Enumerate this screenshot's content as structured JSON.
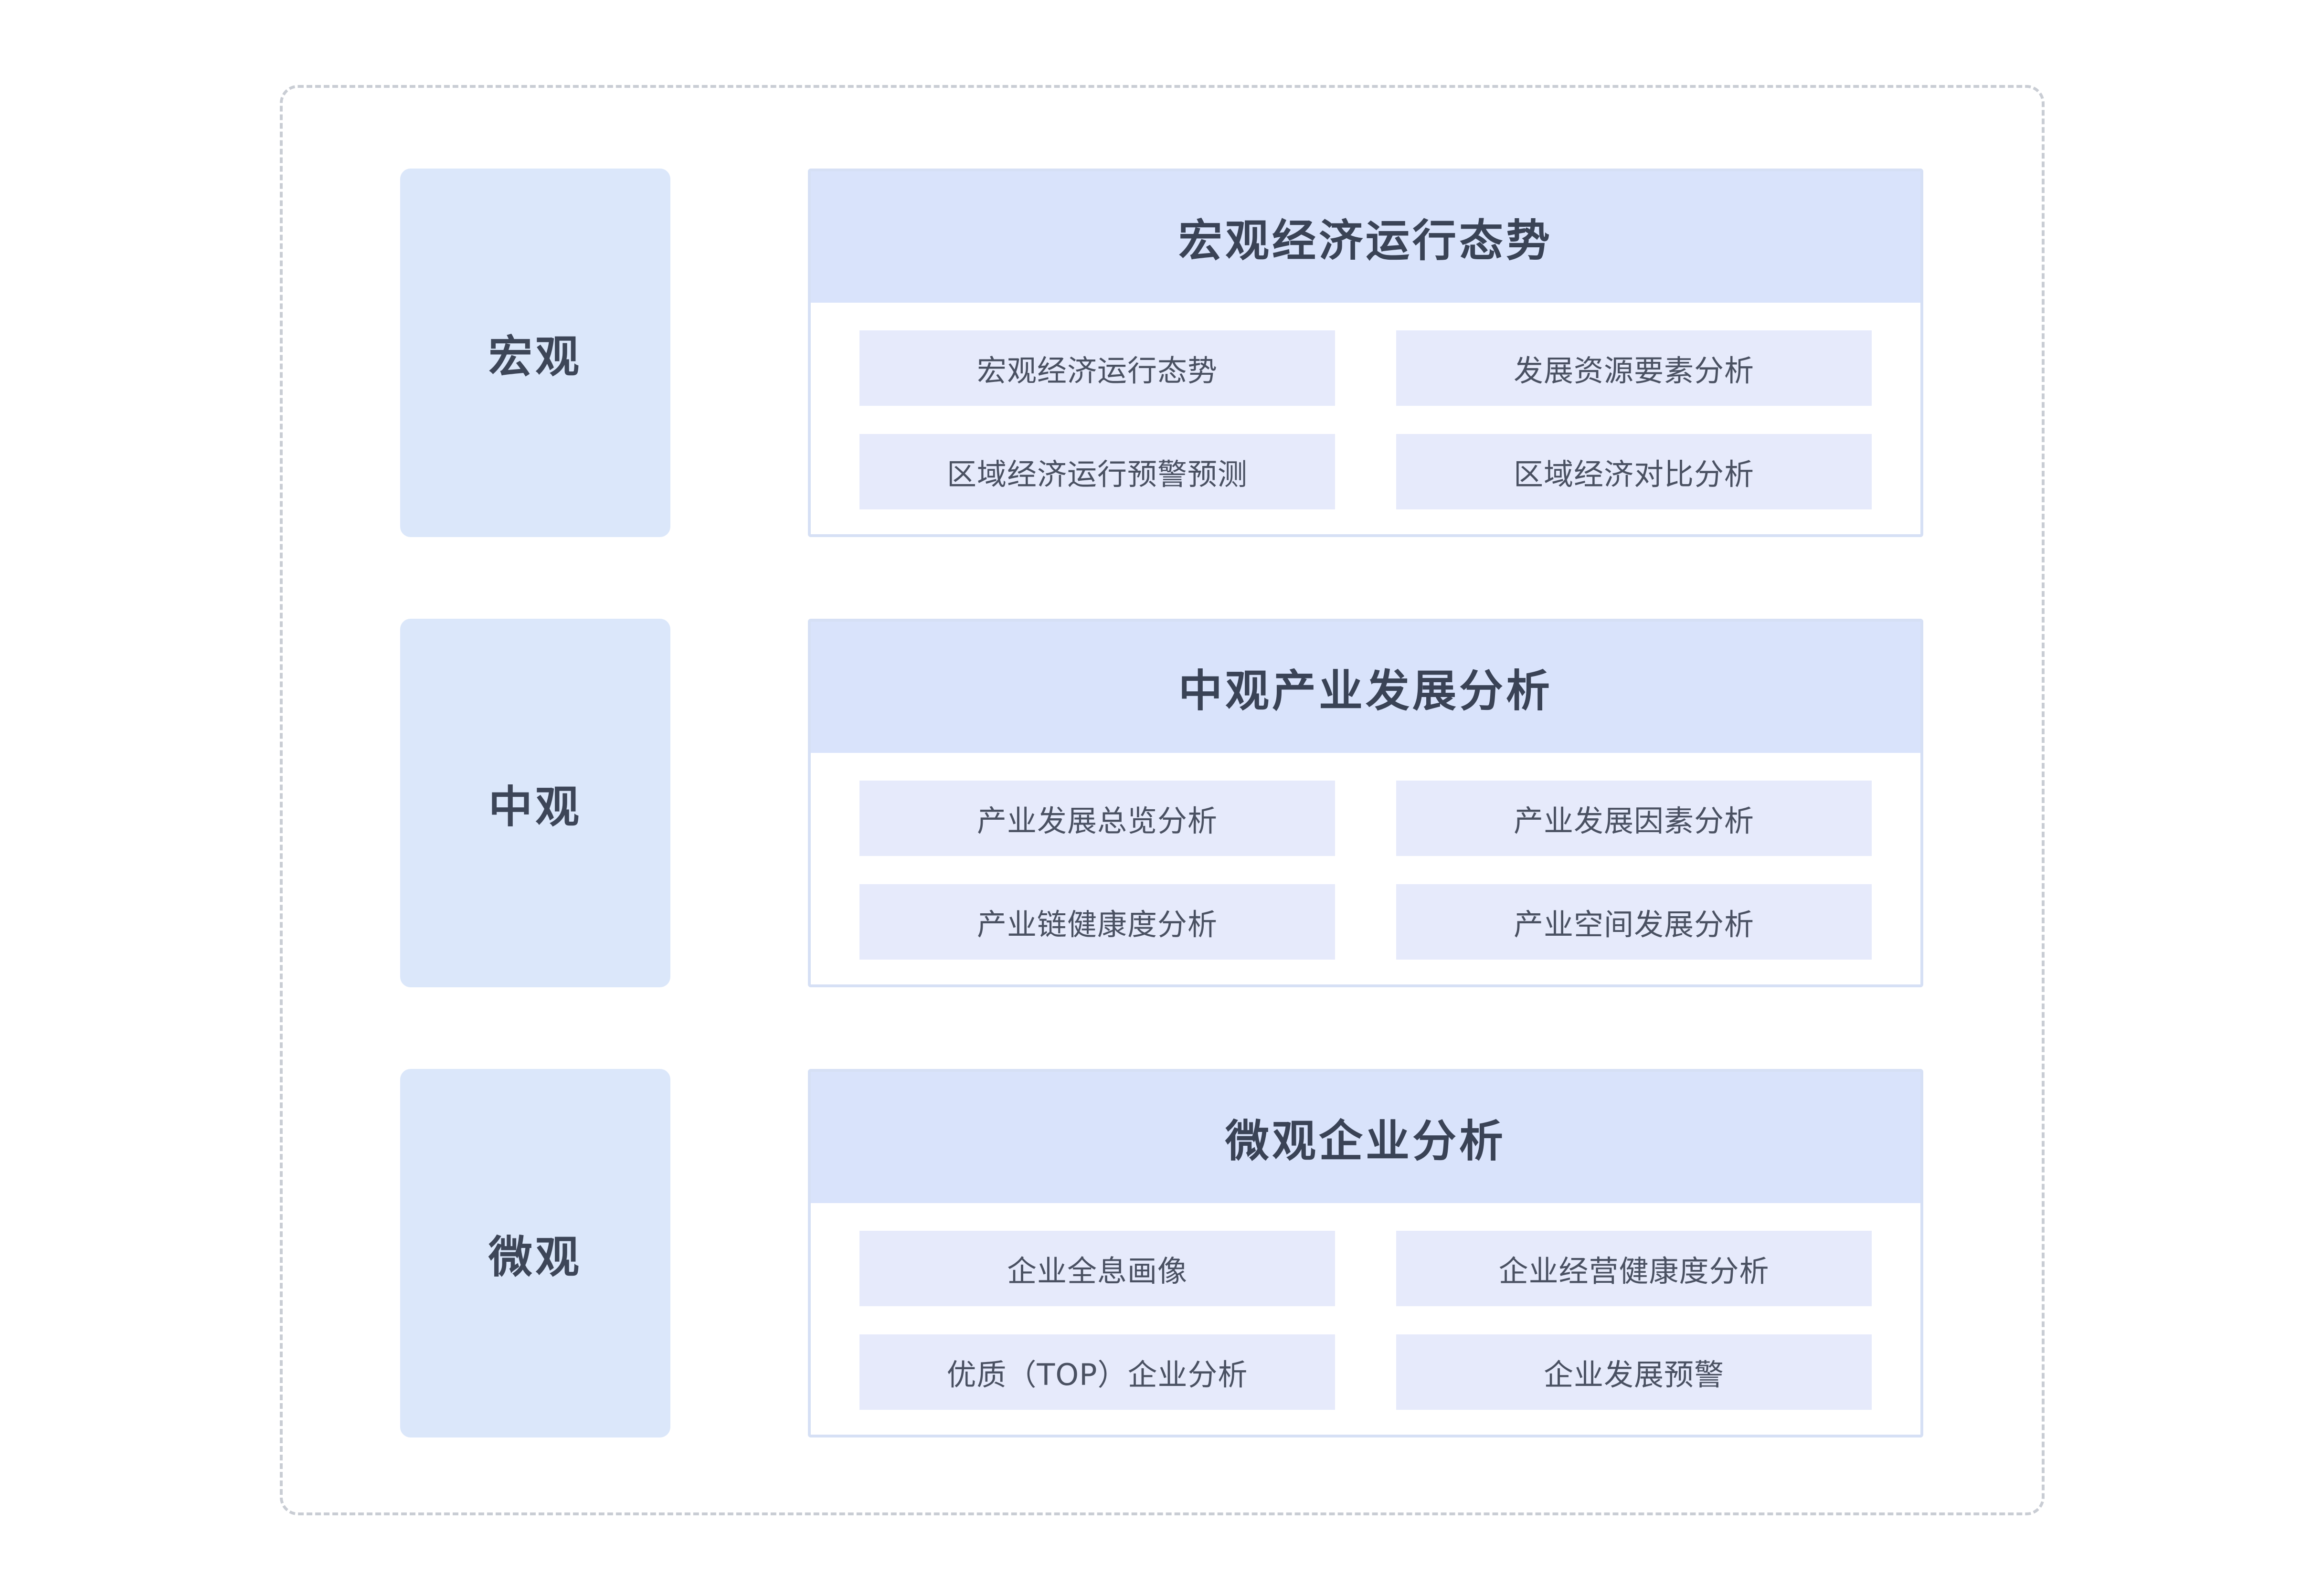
{
  "levels": [
    {
      "label": "宏观",
      "title": "宏观经济运行态势",
      "items": [
        "宏观经济运行态势",
        "发展资源要素分析",
        "区域经济运行预警预测",
        "区域经济对比分析"
      ]
    },
    {
      "label": "中观",
      "title": "中观产业发展分析",
      "items": [
        "产业发展总览分析",
        "产业发展因素分析",
        "产业链健康度分析",
        "产业空间发展分析"
      ]
    },
    {
      "label": "微观",
      "title": "微观企业分析",
      "items": [
        "企业全息画像",
        "企业经营健康度分析",
        "优质（TOP）企业分析",
        "企业发展预警"
      ]
    }
  ],
  "colors": {
    "level_bg": "#dbe7fa",
    "header_bg": "#d9e3fb",
    "item_bg": "#e6eafb",
    "panel_border": "#d6e0f5",
    "frame_border": "#c9cdd4",
    "text_dark": "#3a4356"
  }
}
